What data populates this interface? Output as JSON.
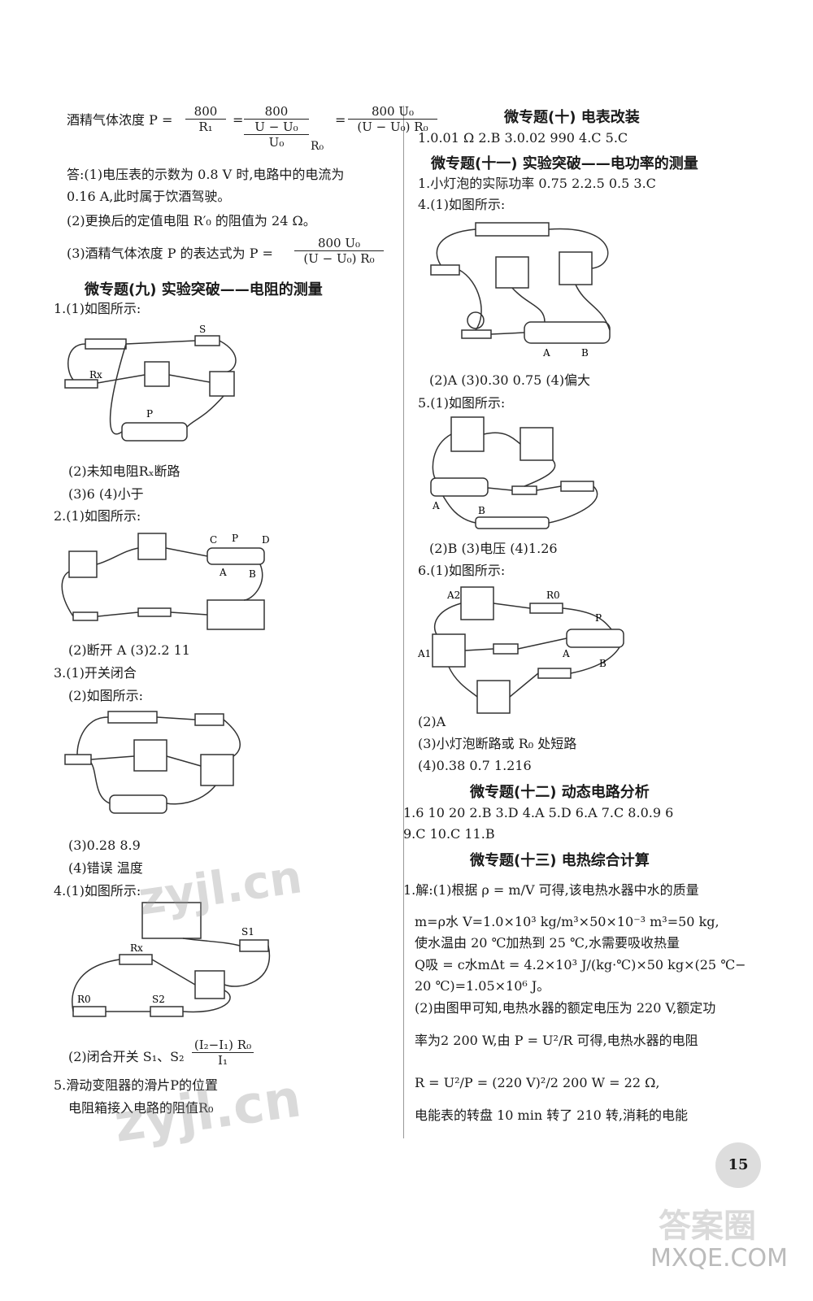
{
  "left": {
    "formula_prefix": "酒精气体浓度 P =",
    "formula_f1_num": "800",
    "formula_f1_den": "R₁",
    "formula_f2_num": "800",
    "formula_f2_den": "U − U₀",
    "formula_f2_den2": "U₀",
    "formula_f2_r0": "R₀",
    "formula_f3_num": "800 U₀",
    "formula_f3_den": "(U − U₀) R₀",
    "ans1": "答:(1)电压表的示数为 0.8 V 时,电路中的电流为",
    "ans1b": "0.16 A,此时属于饮酒驾驶。",
    "ans2": "(2)更换后的定值电阻 R′₀ 的阻值为 24 Ω。",
    "ans3": "(3)酒精气体浓度 P 的表达式为 P =",
    "ans3_num": "800 U₀",
    "ans3_den": "(U − U₀) R₀",
    "sec9_title": "微专题(九)  实验突破——电阻的测量",
    "q1_1": "1.(1)如图所示:",
    "q1_2": "(2)未知电阻Rₓ断路",
    "q1_3": "(3)6  (4)小于",
    "q2_1": "2.(1)如图所示:",
    "q2_2": "(2)断开  A  (3)2.2  11",
    "q3_1": "3.(1)开关闭合",
    "q3_2": "(2)如图所示:",
    "q3_3": "(3)0.28  8.9",
    "q3_4": "(4)错误  温度",
    "q4_1": "4.(1)如图所示:",
    "q4_2": "(2)闭合开关 S₁、S₂",
    "q4_num": "(I₂−I₁) R₀",
    "q4_den": "I₁",
    "q5_1": "5.滑动变阻器的滑片P的位置",
    "q5_2": "电阻箱接入电路的阻值R₀"
  },
  "right": {
    "sec10_title": "微专题(十)  电表改装",
    "sec10_ans": "1.0.01 Ω  2.B  3.0.02  990  4.C  5.C",
    "sec11_title": "微专题(十一)  实验突破——电功率的测量",
    "s11_1": "1.小灯泡的实际功率  0.75  2.2.5  0.5  3.C",
    "s11_4": "4.(1)如图所示:",
    "s11_4b": "(2)A  (3)0.30  0.75  (4)偏大",
    "s11_5": "5.(1)如图所示:",
    "s11_5b": "(2)B  (3)电压  (4)1.26",
    "s11_6": "6.(1)如图所示:",
    "s11_6b": "(2)A",
    "s11_6c": "(3)小灯泡断路或 R₀ 处短路",
    "s11_6d": "(4)0.38  0.7  1.216",
    "sec12_title": "微专题(十二)  动态电路分析",
    "s12_a": "1.6  10  20  2.B  3.D  4.A  5.D  6.A  7.C  8.0.9  6",
    "s12_b": "9.C  10.C  11.B",
    "sec13_title": "微专题(十三)  电热综合计算",
    "s13_1": "1.解:(1)根据 ρ = m/V 可得,该电热水器中水的质量",
    "s13_2": "m=ρ水 V=1.0×10³ kg/m³×50×10⁻³ m³=50 kg,",
    "s13_3": "使水温由 20 ℃加热到 25 ℃,水需要吸收热量",
    "s13_4": "Q吸 = c水mΔt = 4.2×10³ J/(kg·℃)×50 kg×(25 ℃−",
    "s13_5": "20 ℃)=1.05×10⁶ J。",
    "s13_6": "(2)由图甲可知,电热水器的额定电压为 220 V,额定功",
    "s13_7": "率为2 200 W,由 P = U²/R 可得,电热水器的电阻",
    "s13_8": "R = U²/P = (220 V)²/2 200 W = 22 Ω,",
    "s13_9": "电能表的转盘 10 min 转了 210 转,消耗的电能"
  },
  "footer": {
    "page_number": "15",
    "watermark1": "zyjl.cn",
    "watermark2": "zyjl.cn",
    "watermark3": "答案圈",
    "site": "MXQE.COM"
  }
}
